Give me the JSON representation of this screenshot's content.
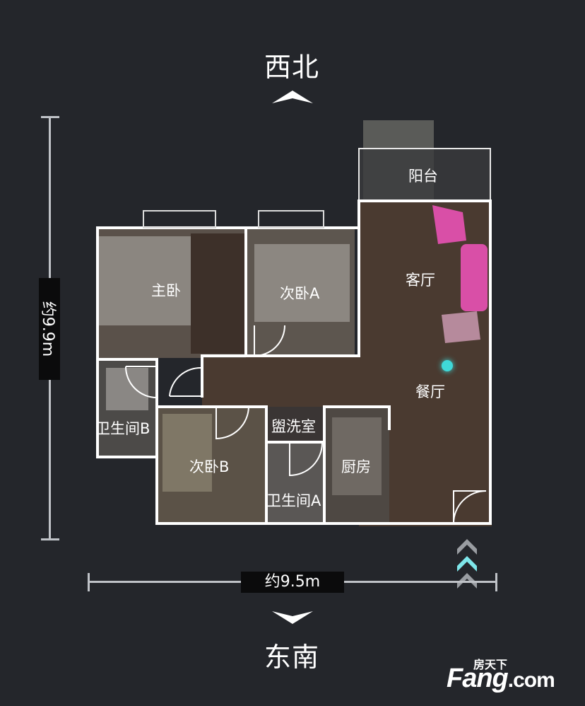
{
  "compass": {
    "north": "西北",
    "south": "东南"
  },
  "dimensions": {
    "height": "约9.9m",
    "width": "约9.5m"
  },
  "rooms": [
    {
      "label": "阳台"
    },
    {
      "label": "主卧"
    },
    {
      "label": "次卧A"
    },
    {
      "label": "客厅"
    },
    {
      "label": "餐厅"
    },
    {
      "label": "卫生间B"
    },
    {
      "label": "盥洗室"
    },
    {
      "label": "次卧B"
    },
    {
      "label": "厨房"
    },
    {
      "label": "卫生间A"
    }
  ],
  "logo": {
    "top": "房天下",
    "main": "Fang",
    "suffix": ".com"
  },
  "colors": {
    "background": "#24262b",
    "wall": "#ffffff",
    "floor": "#4a3a30",
    "accent": "#3fd8d8"
  },
  "icons": {
    "north_arrow": "chevron-up-icon",
    "south_arrow": "chevron-down-icon",
    "entrance": "triple-chevron-up-icon",
    "position": "location-dot-icon"
  }
}
